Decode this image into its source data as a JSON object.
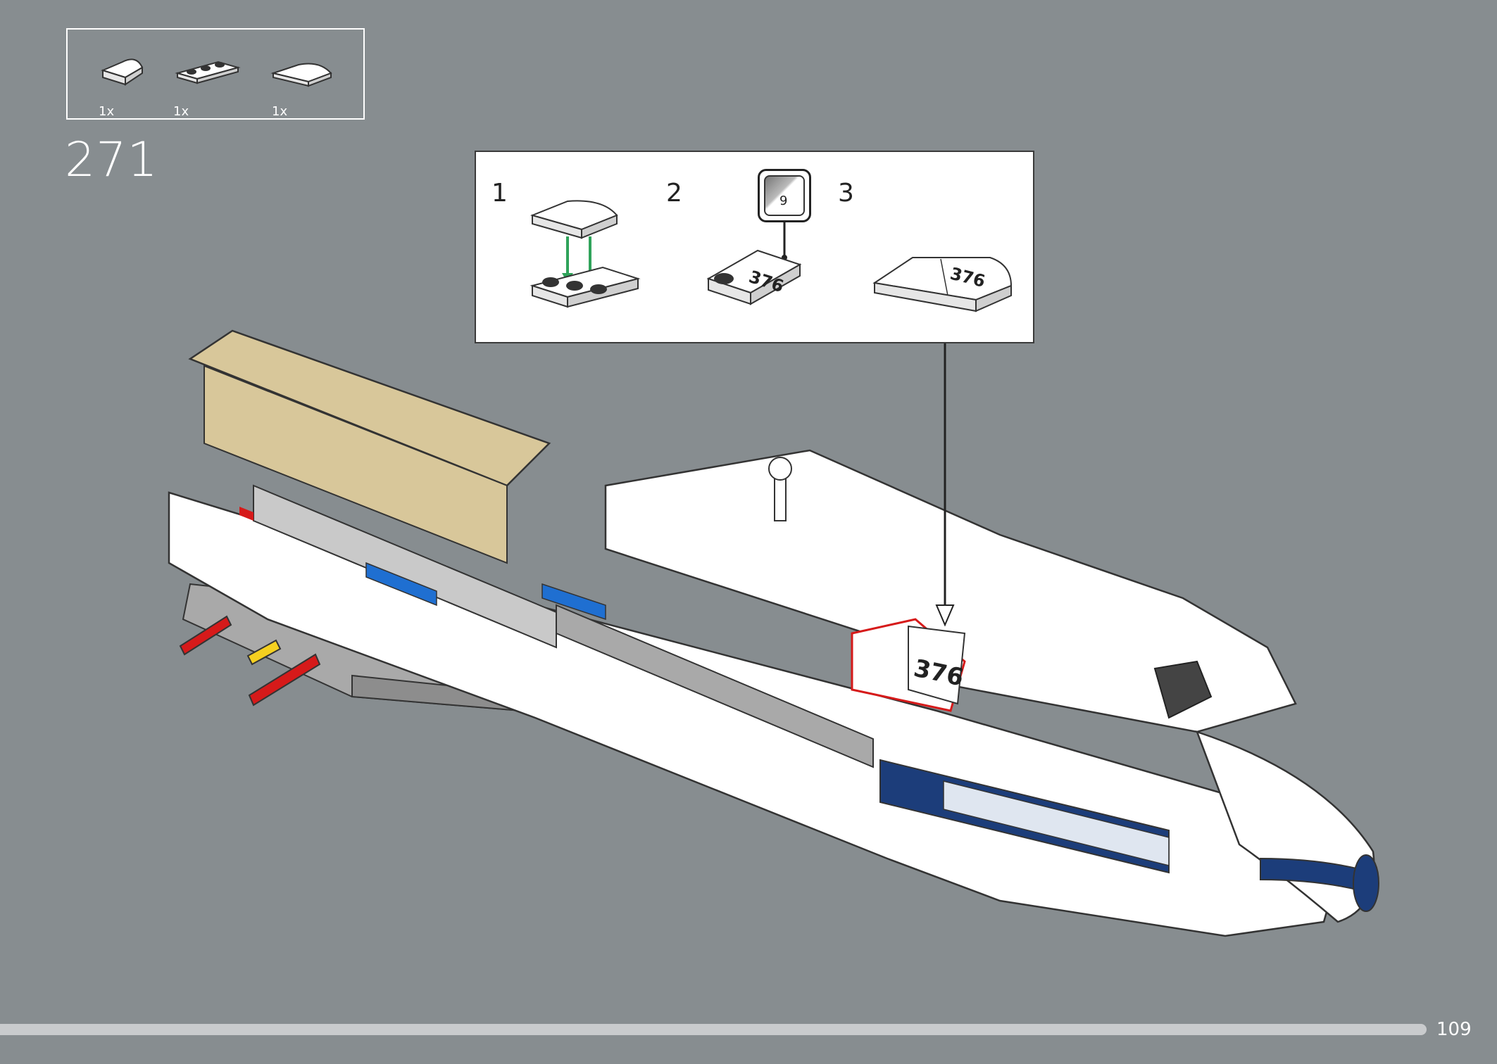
{
  "parts_list": [
    {
      "icon": "curved-slope-brick-icon",
      "quantity": "1x"
    },
    {
      "icon": "plate-1x3-icon",
      "quantity": "1x"
    },
    {
      "icon": "curved-slope-tile-icon",
      "quantity": "1x"
    }
  ],
  "step": {
    "number": "271"
  },
  "callout": {
    "substeps": [
      {
        "number": "1"
      },
      {
        "number": "2"
      },
      {
        "number": "3"
      }
    ],
    "sticker": {
      "sheet_number": "9",
      "print_label": "376"
    }
  },
  "model": {
    "print_label": "376"
  },
  "page": {
    "number": "109"
  },
  "colors": {
    "background": "#878d90",
    "white_part": "#ffffff",
    "tan": "#d8c79a",
    "dark_blue": "#1c3d7a",
    "blue": "#1f6fd1",
    "red": "#d61a1a",
    "yellow": "#f5d020",
    "light_gray": "#a9a9a9",
    "arrow_green": "#2fa35a"
  }
}
